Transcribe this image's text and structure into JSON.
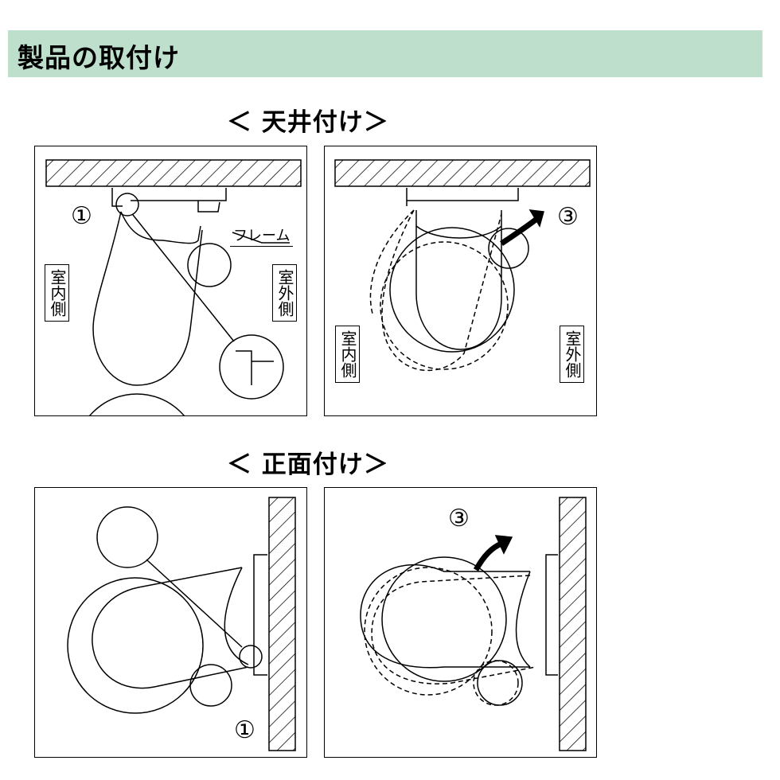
{
  "header": {
    "title": "製品の取付け",
    "bg_color": "#bfdfcd"
  },
  "sections": [
    {
      "title": "＜ 天井付け＞",
      "panels": [
        {
          "step": "①",
          "indoor": "室内側",
          "outdoor": "室外側",
          "callout": "フレーム"
        },
        {
          "step": "③",
          "indoor": "室内側",
          "outdoor": "室外側"
        }
      ]
    },
    {
      "title": "＜ 正面付け＞",
      "panels": [
        {
          "step": "①"
        },
        {
          "step": "③"
        }
      ]
    }
  ]
}
